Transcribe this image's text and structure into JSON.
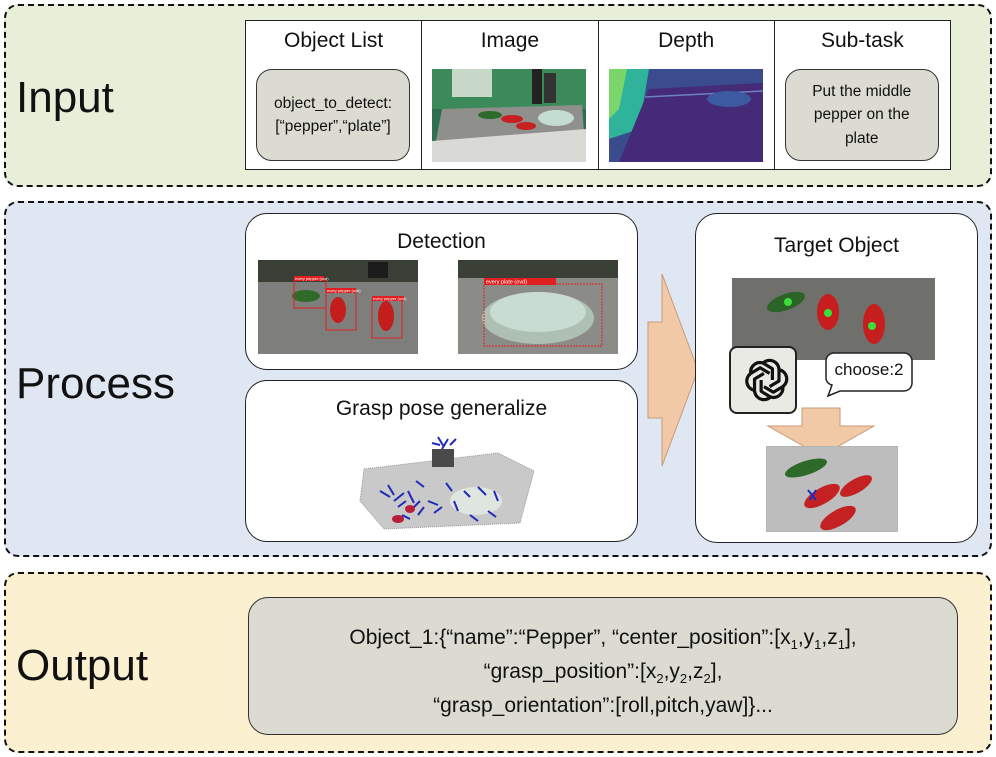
{
  "sections": {
    "input": "Input",
    "process": "Process",
    "output": "Output"
  },
  "input_columns": {
    "object_list": {
      "header": "Object List",
      "line1": "object_to_detect:",
      "line2": "[“pepper”,“plate”]"
    },
    "image": {
      "header": "Image"
    },
    "depth": {
      "header": "Depth"
    },
    "subtask": {
      "header": "Sub-task",
      "line1": "Put the middle",
      "line2": "pepper on the",
      "line3": "plate"
    }
  },
  "process": {
    "detection_title": "Detection",
    "detection_labels": {
      "pepper1": "every pepper (ovd)",
      "pepper2": "every pepper (ovd)",
      "pepper3": "every pepper (ovd)",
      "plate": "every plate (ovd)"
    },
    "grasp_title": "Grasp pose generalize",
    "target_title": "Target Object",
    "choose_text": "choose:2"
  },
  "output": {
    "line1_prefix": "Object_1:{“name”:“Pepper”, “center_position”:[x",
    "line2_prefix": "“grasp_position”:[x",
    "line3": "“grasp_orientation”:[roll,pitch,yaw]}...",
    "sub1": "1",
    "sub2": "2",
    "y": "y",
    "z": "z",
    "close1": "],",
    "close2": "],"
  },
  "colors": {
    "input_bg": "#e7efd9",
    "process_bg": "#dfe7f3",
    "output_bg": "#fbf0cf",
    "box_fill": "#dcdbd2",
    "arrow_fill": "#f1c9a6",
    "detection_red": "#e02020"
  }
}
